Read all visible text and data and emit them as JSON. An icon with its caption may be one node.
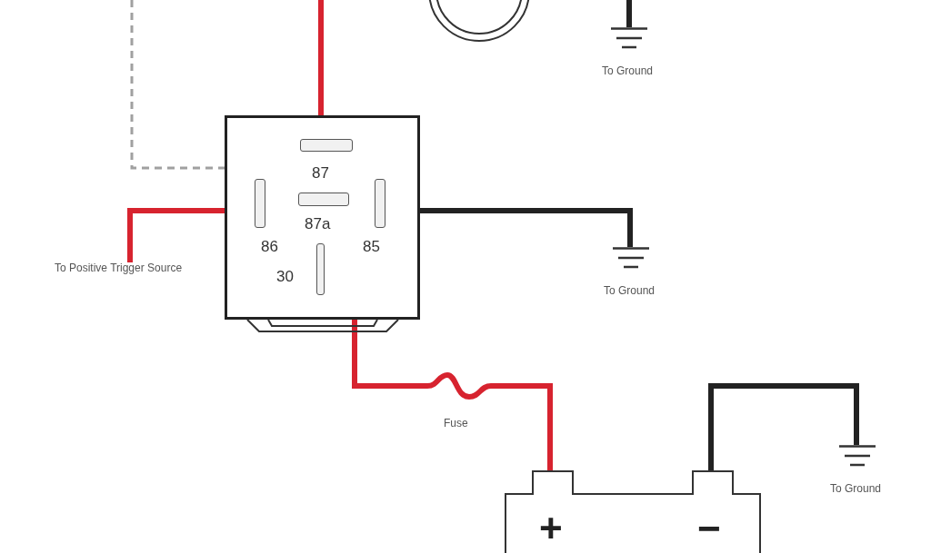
{
  "diagram": {
    "nodes": [
      {
        "text": [],
        "shape": "box"
      },
      {
        "text": [
          "87"
        ],
        "in": 0
      },
      {
        "text": [
          "87a"
        ],
        "in": 0
      },
      {
        "text": [
          "86"
        ],
        "in": 0
      },
      {
        "text": [
          "85"
        ],
        "in": 0
      },
      {
        "text": [
          "30"
        ],
        "in": 0
      },
      {
        "text": [],
        "shape": "circle"
      },
      {
        "text": [
          "To Ground"
        ]
      },
      {
        "text": [
          "To Positive Trigger Source"
        ]
      },
      {
        "text": [
          "To Ground"
        ]
      },
      {
        "text": [
          "Fuse"
        ]
      },
      {
        "text": [
          "+",
          "−"
        ]
      },
      {
        "text": [
          "To Ground"
        ]
      }
    ],
    "edges": [
      {
        "from": 1,
        "to": null,
        "arrow": "none"
      },
      {
        "from": 2,
        "to": null,
        "arrow": "none",
        "style": "dashed",
        "color": "#a0a0a0"
      },
      {
        "from": 7,
        "to": null,
        "arrow": "none",
        "color": "#222222"
      },
      {
        "from": 3,
        "to": 8,
        "arrow": "none"
      },
      {
        "from": 4,
        "to": 9,
        "arrow": "none",
        "color": "#222222"
      },
      {
        "from": 5,
        "to": 10,
        "arrow": "none"
      },
      {
        "from": 10,
        "to": 11,
        "arrow": "none"
      },
      {
        "from": 11,
        "to": 12,
        "arrow": "none",
        "color": "#222222"
      }
    ]
  }
}
